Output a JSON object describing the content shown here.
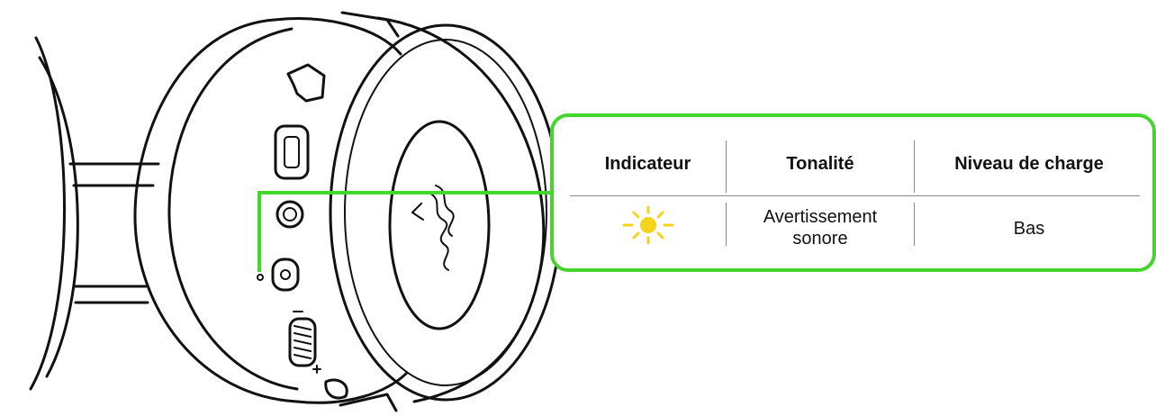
{
  "table": {
    "headers": [
      "Indicateur",
      "Tonalité",
      "Niveau de charge"
    ],
    "row": {
      "indicator_icon": "blinking-yellow-led-icon",
      "indicator_color": "#f7d21a",
      "tone": "Avertissement sonore",
      "charge_level": "Bas"
    }
  },
  "colors": {
    "accent": "#44d62c",
    "line_art": "#111111"
  }
}
